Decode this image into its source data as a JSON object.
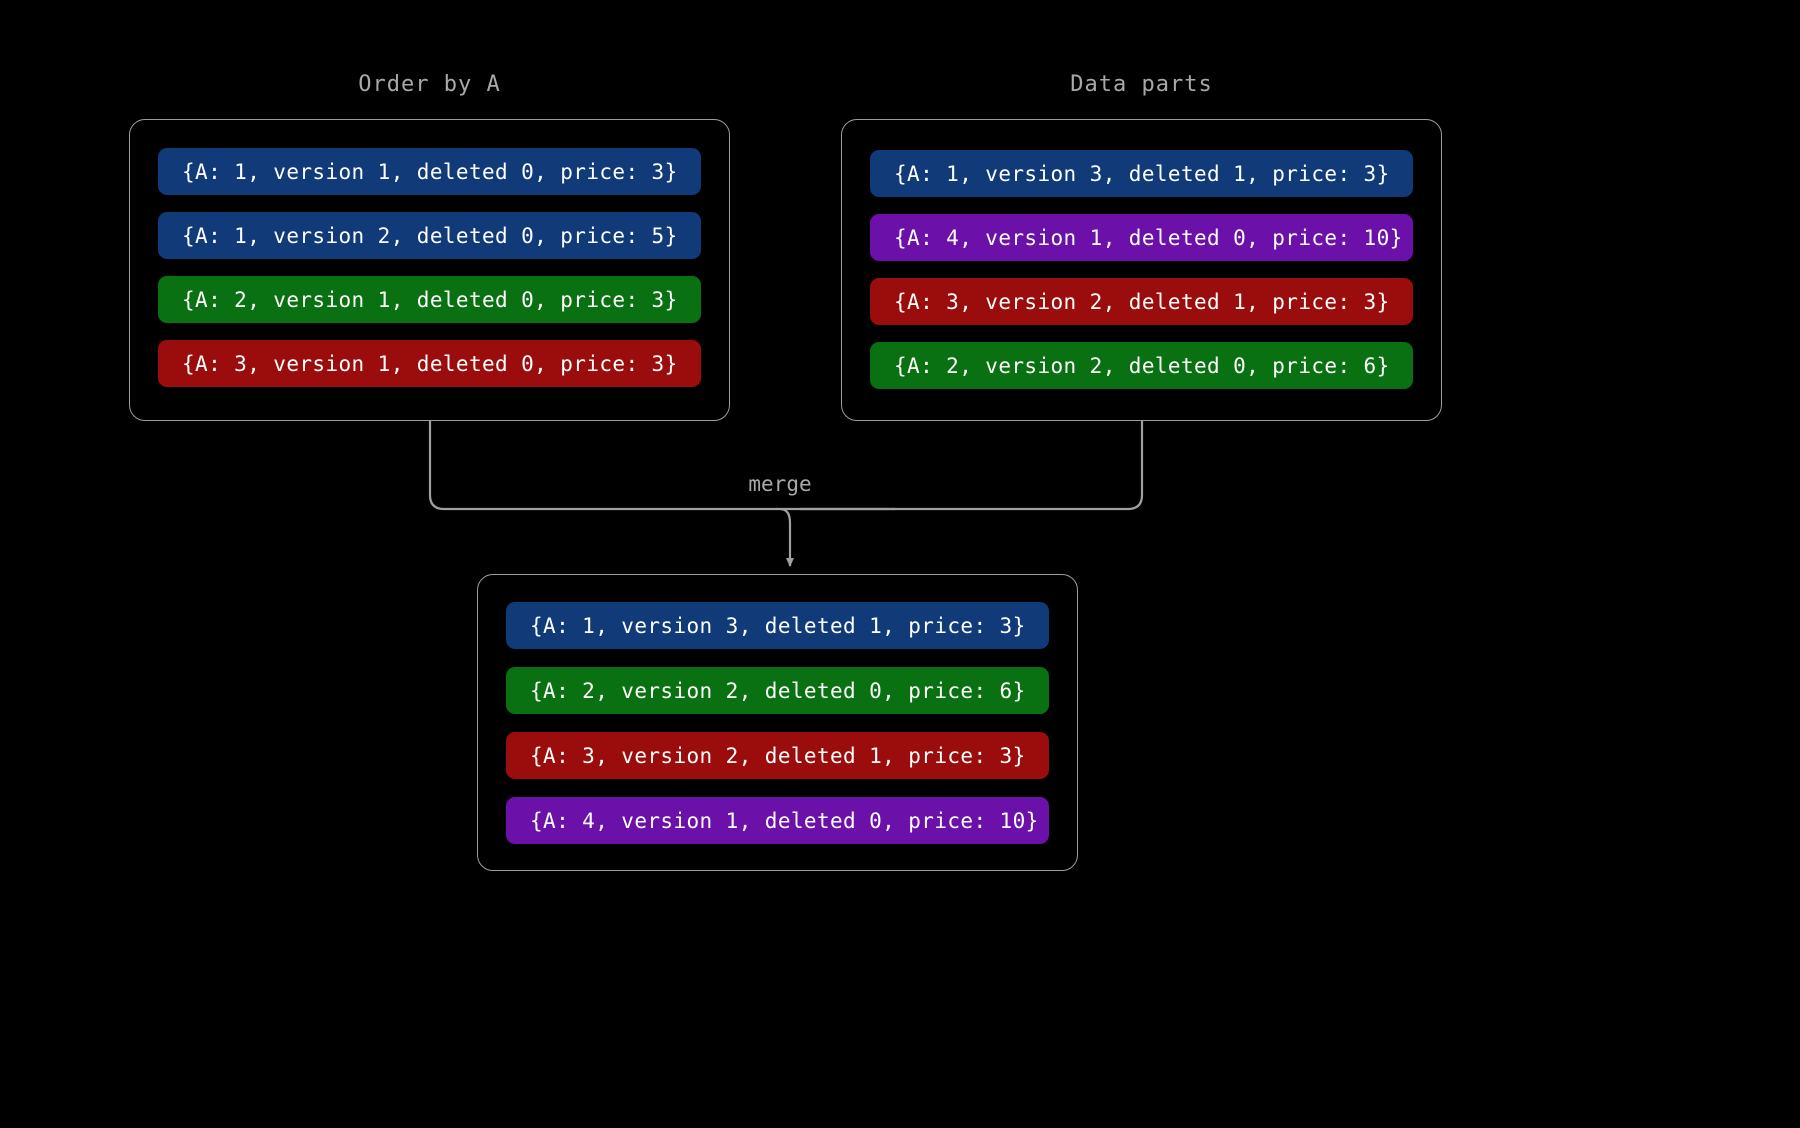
{
  "diagram": {
    "title_left": "Order by A",
    "title_right": "Data parts",
    "merge_label": "merge",
    "background": "#000000",
    "border_color": "#9d9d9d",
    "label_color": "#a8a8a8",
    "colors": {
      "blue": "#103a78",
      "green": "#0a7113",
      "red": "#9b0d0d",
      "purple": "#6b10a8"
    }
  },
  "order_by_a": {
    "rows": [
      {
        "text": "{A: 1, version 1, deleted 0, price: 3}",
        "color": "blue",
        "A": 1,
        "version": 1,
        "deleted": 0,
        "price": 3
      },
      {
        "text": "{A: 1, version 2, deleted 0, price: 5}",
        "color": "blue",
        "A": 1,
        "version": 2,
        "deleted": 0,
        "price": 5
      },
      {
        "text": "{A: 2, version 1, deleted 0, price: 3}",
        "color": "green",
        "A": 2,
        "version": 1,
        "deleted": 0,
        "price": 3
      },
      {
        "text": "{A: 3, version 1, deleted 0, price: 3}",
        "color": "red",
        "A": 3,
        "version": 1,
        "deleted": 0,
        "price": 3
      }
    ]
  },
  "data_parts": {
    "rows": [
      {
        "text": "{A: 1, version 3, deleted 1, price: 3}",
        "color": "blue",
        "A": 1,
        "version": 3,
        "deleted": 1,
        "price": 3
      },
      {
        "text": "{A: 4, version 1, deleted 0, price: 10}",
        "color": "purple",
        "A": 4,
        "version": 1,
        "deleted": 0,
        "price": 10
      },
      {
        "text": "{A: 3, version 2, deleted 1, price: 3}",
        "color": "red",
        "A": 3,
        "version": 2,
        "deleted": 1,
        "price": 3
      },
      {
        "text": "{A: 2, version 2, deleted 0, price: 6}",
        "color": "green",
        "A": 2,
        "version": 2,
        "deleted": 0,
        "price": 6
      }
    ]
  },
  "merged": {
    "rows": [
      {
        "text": "{A: 1, version 3, deleted 1, price: 3}",
        "color": "blue",
        "A": 1,
        "version": 3,
        "deleted": 1,
        "price": 3
      },
      {
        "text": "{A: 2, version 2, deleted 0, price: 6}",
        "color": "green",
        "A": 2,
        "version": 2,
        "deleted": 0,
        "price": 6
      },
      {
        "text": "{A: 3, version 2, deleted 1, price: 3}",
        "color": "red",
        "A": 3,
        "version": 2,
        "deleted": 1,
        "price": 3
      },
      {
        "text": "{A: 4, version 1, deleted 0, price: 10}",
        "color": "purple",
        "A": 4,
        "version": 1,
        "deleted": 0,
        "price": 10
      }
    ]
  }
}
